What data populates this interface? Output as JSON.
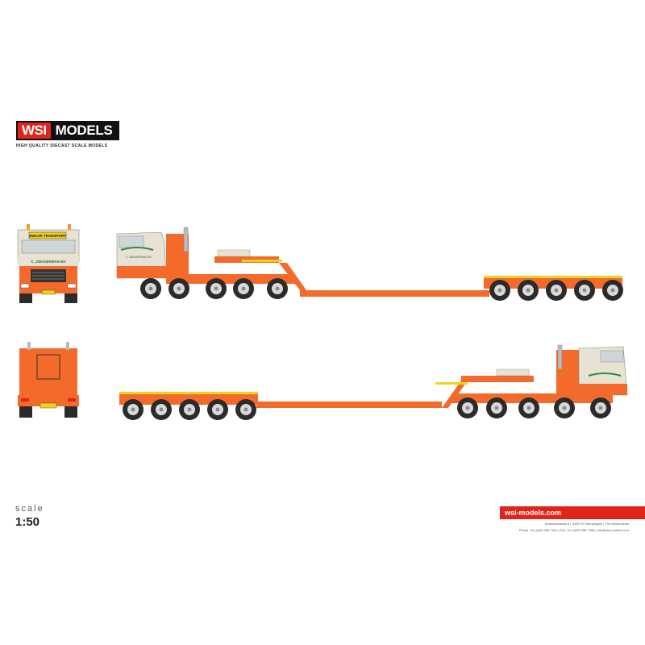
{
  "brand": {
    "wsi": "WSI",
    "models": "MODELS",
    "tagline": "HIGH QUALITY DIECAST SCALE MODELS",
    "accent_color": "#e2231a"
  },
  "truck": {
    "body_color": "#f36a2b",
    "cab_color": "#e8e2d4",
    "sign_front": "ZWAAR TRANSPORT",
    "company_name": "C. ZWAGERMAN BV",
    "logo_color": "#2e8b3a"
  },
  "scale": {
    "label": "scale",
    "value": "1:50"
  },
  "footer": {
    "website": "wsi-models.com",
    "address": "Delamarsstraat 5  |  3432 PG Nieuwegein  |  The Netherlands",
    "contact": "Phone +31 (0)30 286 7900  |  Fax +31 (0)30 286 7988  |  info@wsi-models.com"
  }
}
